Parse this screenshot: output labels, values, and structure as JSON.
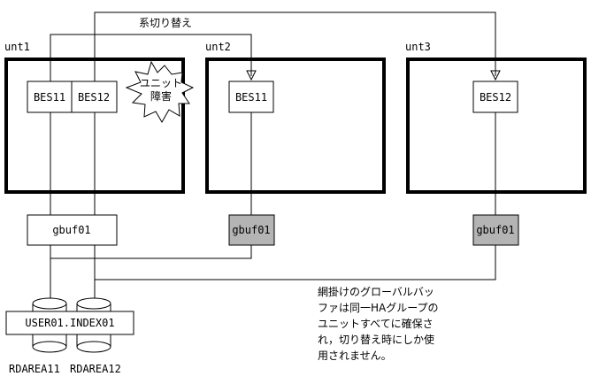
{
  "labels": {
    "switchover": "系切り替え",
    "unt1": "unt1",
    "unt2": "unt2",
    "unt3": "unt3",
    "bes11_unt1": "BES11",
    "bes12_unt1": "BES12",
    "bes11_unt2": "BES11",
    "bes12_unt3": "BES12",
    "failure_line1": "ユニット",
    "failure_line2": "障害",
    "gbuf_unt1": "gbuf01",
    "gbuf_unt2": "gbuf01",
    "gbuf_unt3": "gbuf01",
    "db_label": "USER01.INDEX01",
    "rdarea11": "RDAREA11",
    "rdarea12": "RDAREA12"
  },
  "note_lines": [
    "網掛けのグローバルバッ",
    "ファは同一HAグループの",
    "ユニットすべてに確保さ",
    "れ，切り替え時にしか使",
    "用されません。"
  ],
  "colors": {
    "stroke": "#000000",
    "background": "#ffffff",
    "shaded_buffer": "#b4b4b4"
  }
}
